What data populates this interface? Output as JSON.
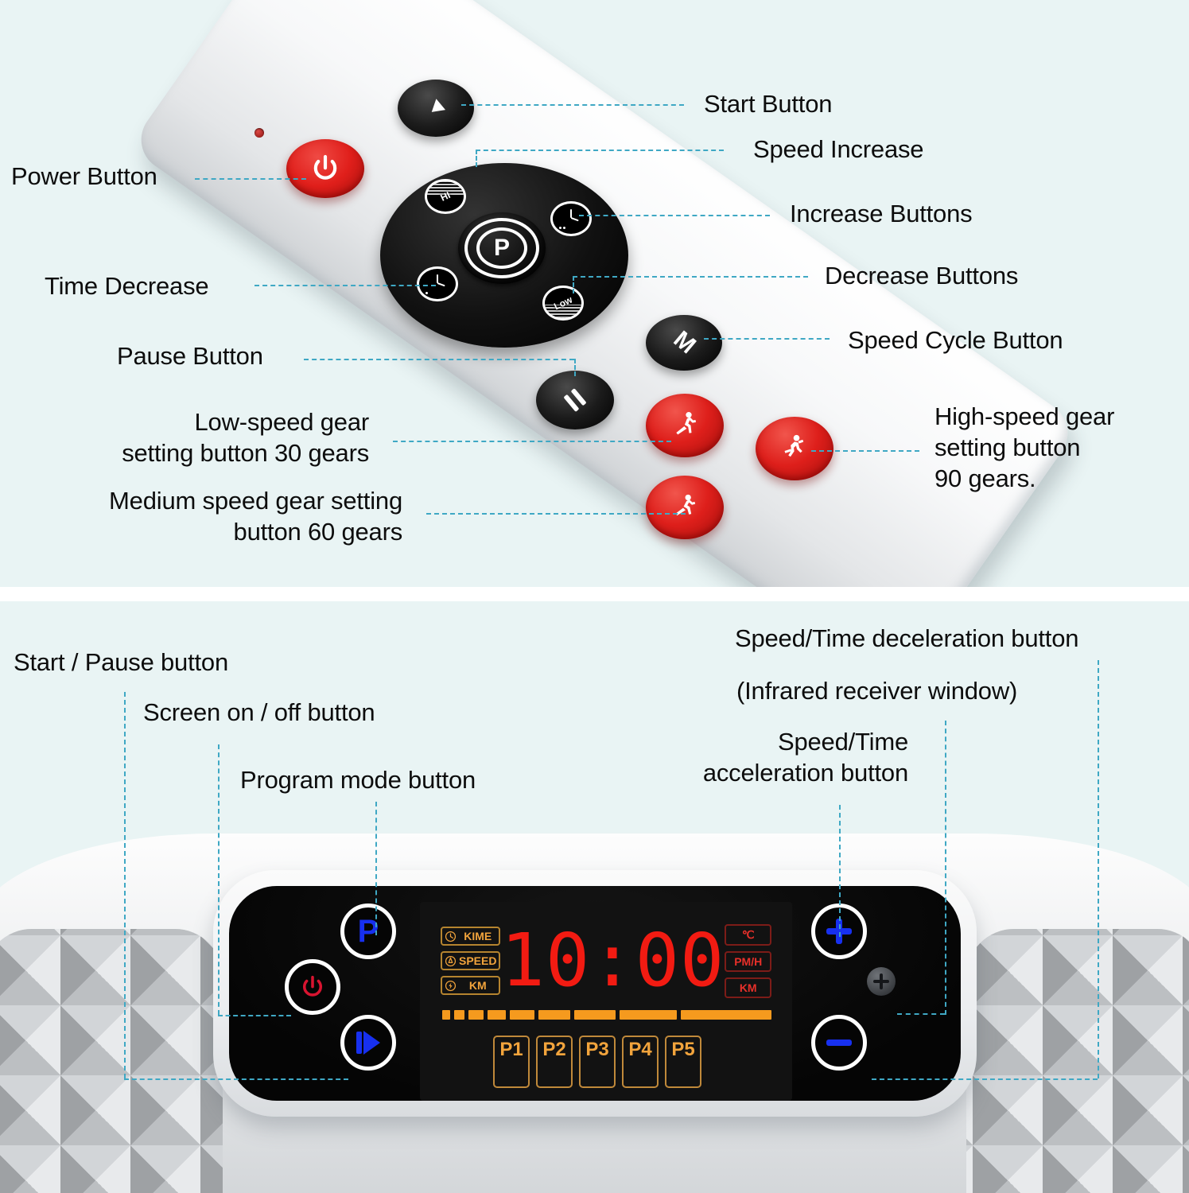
{
  "colors": {
    "panel_bg": "#e9f4f4",
    "connector": "#3fa8c4",
    "label_text": "#0d0d0d",
    "remote_red": "#de1f1b",
    "lcd_amber": "#f2a43c",
    "lcd_red": "#f21b12",
    "console_blue": "#1730f0"
  },
  "top_panel": {
    "device": "remote-control",
    "labels": {
      "power": "Power Button",
      "start": "Start Button",
      "speed_increase": "Speed Increase",
      "increase_buttons": "Increase Buttons",
      "decrease_buttons": "Decrease Buttons",
      "time_decrease": "Time Decrease",
      "speed_cycle": "Speed Cycle Button",
      "pause": "Pause Button",
      "low_gear_l1": "Low-speed gear",
      "low_gear_l2": "setting button 30 gears",
      "medium_gear_l1": "Medium speed gear setting",
      "medium_gear_l2": "button 60 gears",
      "high_gear_l1": "High-speed gear",
      "high_gear_l2": "setting button",
      "high_gear_l3": "90 gears."
    },
    "remote_buttons": {
      "hi": "HI",
      "low": "Low",
      "center": "P",
      "mode": "M"
    }
  },
  "bottom_panel": {
    "device": "vibration-plate-console",
    "labels": {
      "start_pause": "Start / Pause button",
      "screen_on_off": "Screen on / off button",
      "program_mode": "Program mode button",
      "decel_l1": "Speed/Time deceleration button",
      "decel_l2": "(Infrared receiver window)",
      "accel_l1": "Speed/Time",
      "accel_l2": "acceleration button"
    },
    "console_buttons": {
      "program": "P"
    },
    "display": {
      "time": "10:00",
      "indicators_left": [
        {
          "icon": "clock-icon",
          "text": "KIME"
        },
        {
          "icon": "speed-gauge-icon",
          "text": "SPEED"
        },
        {
          "icon": "bolt-icon",
          "text": "KM"
        }
      ],
      "indicators_right": [
        "℃",
        "PM/H",
        "KM"
      ],
      "progress_segments": [
        12,
        16,
        22,
        28,
        36,
        48,
        62,
        86,
        136
      ],
      "presets": [
        "P1",
        "P2",
        "P3",
        "P4",
        "P5"
      ]
    }
  }
}
